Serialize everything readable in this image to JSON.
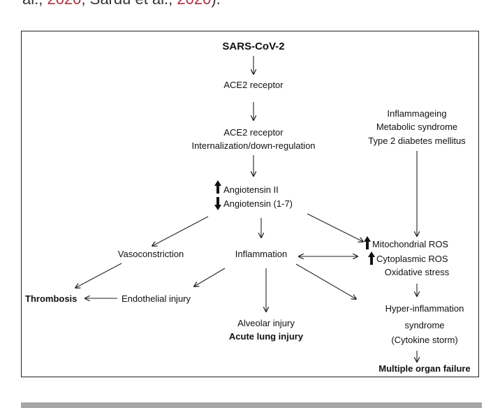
{
  "header": {
    "cite_prefix": "al., ",
    "cite_year1": "2020",
    "cite_middle": "; Sardu et al., ",
    "cite_year2": "2020",
    "cite_suffix": ")."
  },
  "diagram": {
    "nodes": {
      "sars": "SARS-CoV-2",
      "ace2": "ACE2 receptor",
      "ace2_int_1": "ACE2 receptor",
      "ace2_int_2": "Internalization/down-regulation",
      "ang_ii": "Angiotensin II",
      "ang_17": "Angiotensin (1-7)",
      "infl_age_1": "Inflammageing",
      "infl_age_2": "Metabolic syndrome",
      "infl_age_3": "Type 2 diabetes mellitus",
      "vaso": "Vasoconstriction",
      "inflammation": "Inflammation",
      "mito_ros": "Mitochondrial ROS",
      "cyto_ros": "Cytoplasmic ROS",
      "ox_stress": "Oxidative stress",
      "thrombosis": "Thrombosis",
      "endo": "Endothelial injury",
      "alveolar": "Alveolar injury",
      "acute_lung": "Acute lung injury",
      "hyper_1": "Hyper-inflammation",
      "hyper_2": "syndrome",
      "hyper_3": "(Cytokine storm)",
      "mof": "Multiple organ failure"
    }
  }
}
